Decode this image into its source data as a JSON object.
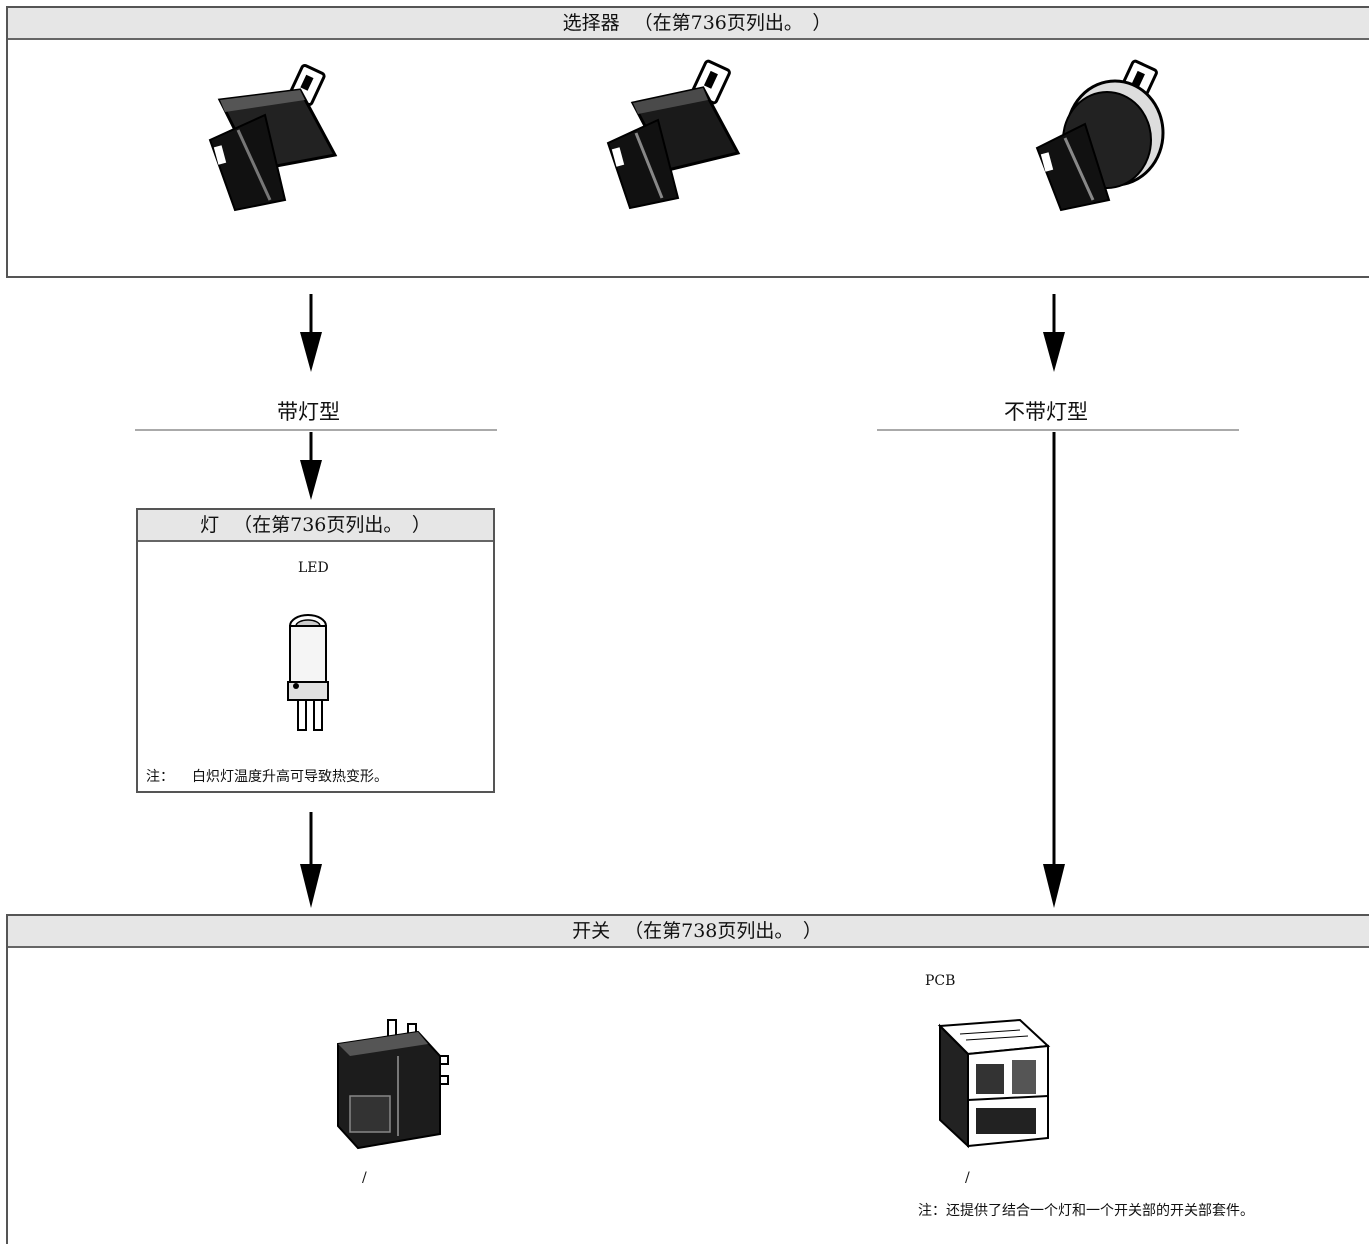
{
  "selector": {
    "title": "选择器",
    "ref": "（在第736页列出。　）",
    "images": [
      "selector-square-icon",
      "selector-rect-icon",
      "selector-round-icon"
    ]
  },
  "branches": {
    "lighted": "带灯型",
    "non_lighted": "不带灯型"
  },
  "lamp": {
    "title": "灯",
    "ref": "（在第736页列出。　）",
    "type_label": "LED",
    "note_prefix": "注：",
    "note": "白炽灯温度升高可导致热变形。"
  },
  "switch": {
    "title": "开关",
    "ref": "（在第738页列出。　）",
    "left_caption": "/",
    "right_label": "PCB",
    "right_caption": "/",
    "note_prefix": "注：",
    "note": "还提供了结合一个灯和一个开关部的开关部套件。"
  },
  "colors": {
    "header_bg": "#e6e6e6",
    "border": "#555555",
    "arrow": "#000000"
  }
}
